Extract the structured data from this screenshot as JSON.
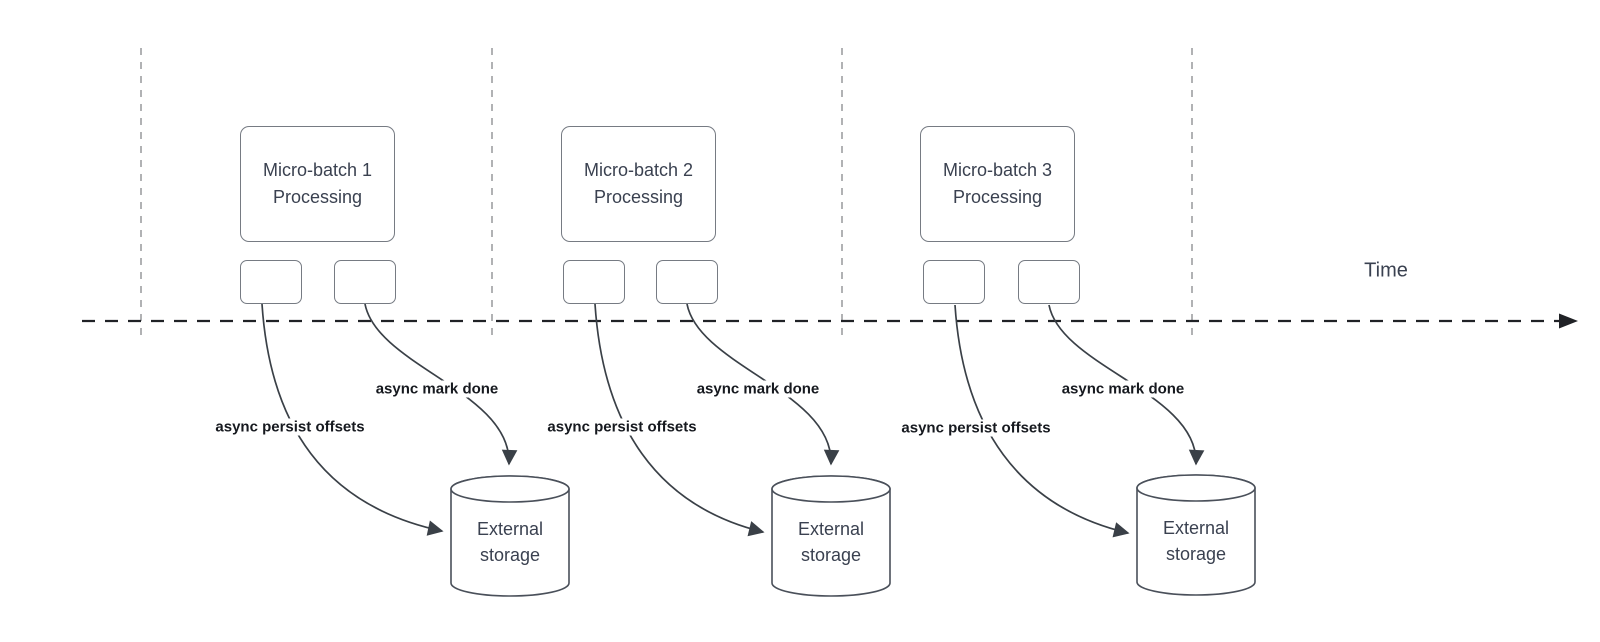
{
  "time_label": "Time",
  "batches": [
    {
      "title_line1": "Micro-batch 1",
      "title_line2": "Processing",
      "persist_label": "async persist offsets",
      "mark_label": "async mark done",
      "storage_line1": "External",
      "storage_line2": "storage"
    },
    {
      "title_line1": "Micro-batch 2",
      "title_line2": "Processing",
      "persist_label": "async persist offsets",
      "mark_label": "async mark done",
      "storage_line1": "External",
      "storage_line2": "storage"
    },
    {
      "title_line1": "Micro-batch 3",
      "title_line2": "Processing",
      "persist_label": "async persist offsets",
      "mark_label": "async mark done",
      "storage_line1": "External",
      "storage_line2": "storage"
    }
  ],
  "colors": {
    "arrow": "#3a4047",
    "timeline": "#202226",
    "gridline": "#97999c",
    "box_border": "#767b83",
    "cylinder_border": "#4a505a",
    "box_text": "#3a4150",
    "edge_label_text": "#16191f",
    "background": "#ffffff"
  }
}
